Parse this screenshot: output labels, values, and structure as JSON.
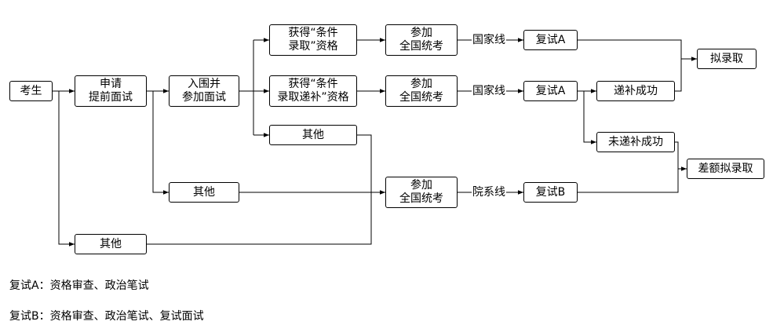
{
  "nodes": {
    "examinee": "考生",
    "apply_direct": "申请\n提前面试",
    "shortlisted": "入围并\n参加面试",
    "cond_admit": "获得“条件\n录取”资格",
    "cond_fill": "获得“条件\n录取递补”资格",
    "other_1": "其他",
    "other_2": "其他",
    "other_3": "其他",
    "exam_1": "参加\n全国统考",
    "exam_2": "参加\n全国统考",
    "exam_3": "参加\n全国统考",
    "retest_a_1": "复试A",
    "retest_a_2": "复试A",
    "retest_b": "复试B",
    "fill_success": "递补成功",
    "fill_fail": "未递补成功",
    "admit": "拟录取",
    "diff_admit": "差额拟录取"
  },
  "edge_labels": {
    "national_line_1": "国家线",
    "national_line_2": "国家线",
    "dept_line": "院系线"
  },
  "legend": {
    "retest_a": "复试A：资格审查、政治笔试",
    "retest_b": "复试B：资格审查、政治笔试、复试面试"
  }
}
